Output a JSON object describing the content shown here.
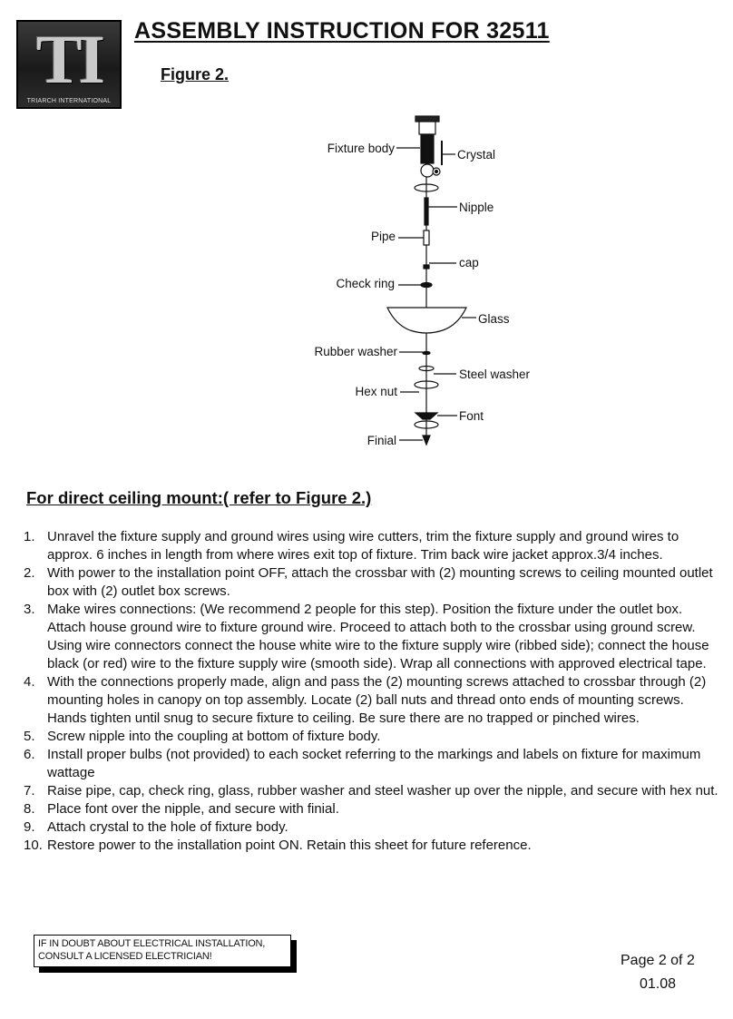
{
  "logo": {
    "mark": "TI",
    "name": "TRIARCH INTERNATIONAL"
  },
  "header": {
    "title": "ASSEMBLY INSTRUCTION FOR 32511",
    "figure_label": "Figure 2."
  },
  "diagram": {
    "labels": {
      "fixture_body": "Fixture body",
      "crystal": "Crystal",
      "nipple": "Nipple",
      "pipe": "Pipe",
      "cap": "cap",
      "check_ring": "Check ring",
      "glass": "Glass",
      "rubber_washer": "Rubber washer",
      "steel_washer": "Steel washer",
      "hex_nut": "Hex nut",
      "font": "Font",
      "finial": "Finial"
    }
  },
  "instructions": {
    "heading": "For direct ceiling mount:( refer to Figure 2.)",
    "steps": [
      {
        "num": "1.",
        "text": "Unravel the fixture supply and ground wires using wire cutters, trim the fixture supply and ground wires to approx. 6 inches in length from where wires exit top of fixture. Trim back wire jacket approx.3/4 inches."
      },
      {
        "num": "2.",
        "text": "With power to the installation point OFF, attach the crossbar with (2) mounting screws to ceiling mounted outlet box with (2) outlet box screws."
      },
      {
        "num": "3.",
        "text": "Make wires connections: (We recommend 2 people for this step). Position the fixture under the outlet box. Attach house ground wire to fixture ground wire. Proceed to attach both to the crossbar using ground screw. Using wire connectors connect the house white wire to the fixture supply wire (ribbed side); connect the house black (or red) wire to the fixture supply wire (smooth side). Wrap all connections with approved electrical tape."
      },
      {
        "num": "4.",
        "text": "With the connections properly made, align and pass the (2) mounting screws attached to crossbar through (2) mounting holes in canopy on top assembly. Locate (2) ball nuts and thread onto ends of mounting screws. Hands tighten until snug to secure fixture to ceiling. Be sure there are no trapped or pinched wires."
      },
      {
        "num": "5.",
        "text": "Screw nipple into the coupling at bottom of fixture body."
      },
      {
        "num": "6.",
        "text": "Install proper bulbs (not provided) to each socket referring to the markings and labels on fixture for maximum wattage"
      },
      {
        "num": "7.",
        "text": "Raise pipe, cap, check ring, glass, rubber washer and steel washer up over the nipple, and secure with hex nut."
      },
      {
        "num": "8.",
        "text": "Place font over the nipple, and secure with finial."
      },
      {
        "num": "9.",
        "text": "Attach crystal to the hole of fixture body."
      },
      {
        "num": "10.",
        "text": "Restore power to the installation point ON. Retain this sheet for future reference."
      }
    ]
  },
  "warning": {
    "line1": "IF IN DOUBT ABOUT ELECTRICAL INSTALLATION,",
    "line2": "CONSULT A LICENSED ELECTRICIAN!"
  },
  "footer": {
    "page": "Page 2 of 2",
    "revision": "01.08"
  }
}
